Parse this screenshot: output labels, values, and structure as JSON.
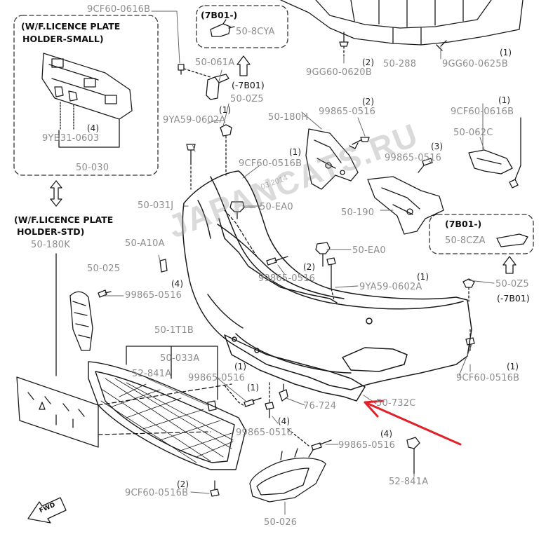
{
  "diagram": {
    "watermark": "JAPANCATS.RU",
    "watermark_sub": "03 2014",
    "fwd_label": "FWD",
    "boxes": {
      "small_plate": {
        "title_line1": "(W/F.LICENCE PLATE",
        "title_line2": "HOLDER-SMALL)",
        "qty": "(4)",
        "part1": "9YB31-0603",
        "part2": "50-030"
      },
      "top_7b01": {
        "title": "(7B01-)",
        "part": "50-8CYA"
      },
      "right_7b01": {
        "title": "(7B01-)",
        "part": "50-8CZA"
      }
    },
    "std_note": {
      "line1": "(W/F.LICENCE PLATE",
      "line2": "HOLDER-STD)"
    },
    "notes": {
      "n1": "(-7B01)",
      "n2": "(-7B01)"
    },
    "labels": {
      "l01": "9CF60-0616B",
      "l02": "50-061A",
      "l03": "50-0Z5",
      "l04": "9YA59-0602A",
      "l05": "9CF60-0516B",
      "l06": "50-031J",
      "l07": "50-EA0",
      "l08": "50-180K",
      "l09": "50-A10A",
      "l10": "50-025",
      "l11": "99865-0516",
      "l12": "50-180H",
      "l13": "99865-0516",
      "l14": "9GG60-0620B",
      "l15": "50-288",
      "l16": "9GG60-0625B",
      "l17": "9CF60-0616B",
      "l18": "50-062C",
      "l19": "99865-0516",
      "l20": "50-190",
      "l21": "50-EA0",
      "l22": "99865-0516",
      "l23": "9YA59-0602A",
      "l24": "50-0Z5",
      "l25": "50-1T1B",
      "l26": "50-033A",
      "l27": "52-841A",
      "l28": "99865-0516",
      "l29": "76-724",
      "l30": "50-732C",
      "l31": "99865-0516",
      "l32": "99865-0516",
      "l33": "52-841A",
      "l34": "9CF60-0516B",
      "l35": "50-026",
      "l36": "9CF60-0516B"
    },
    "quantities": {
      "q01": "(1)",
      "q02": "(1)",
      "q03": "(2)",
      "q04": "(1)",
      "q05": "(2)",
      "q06": "(1)",
      "q07": "(3)",
      "q08": "(1)",
      "q09": "(4)",
      "q10": "(2)",
      "q11": "(1)",
      "q12": "(1)",
      "q13": "(1)",
      "q14": "(4)",
      "q15": "(4)",
      "q16": "(2)"
    },
    "colors": {
      "line": "#1a1a1a",
      "label": "#8d8d8d",
      "arrow": "#e0212a",
      "dash_box": "#333333"
    }
  }
}
